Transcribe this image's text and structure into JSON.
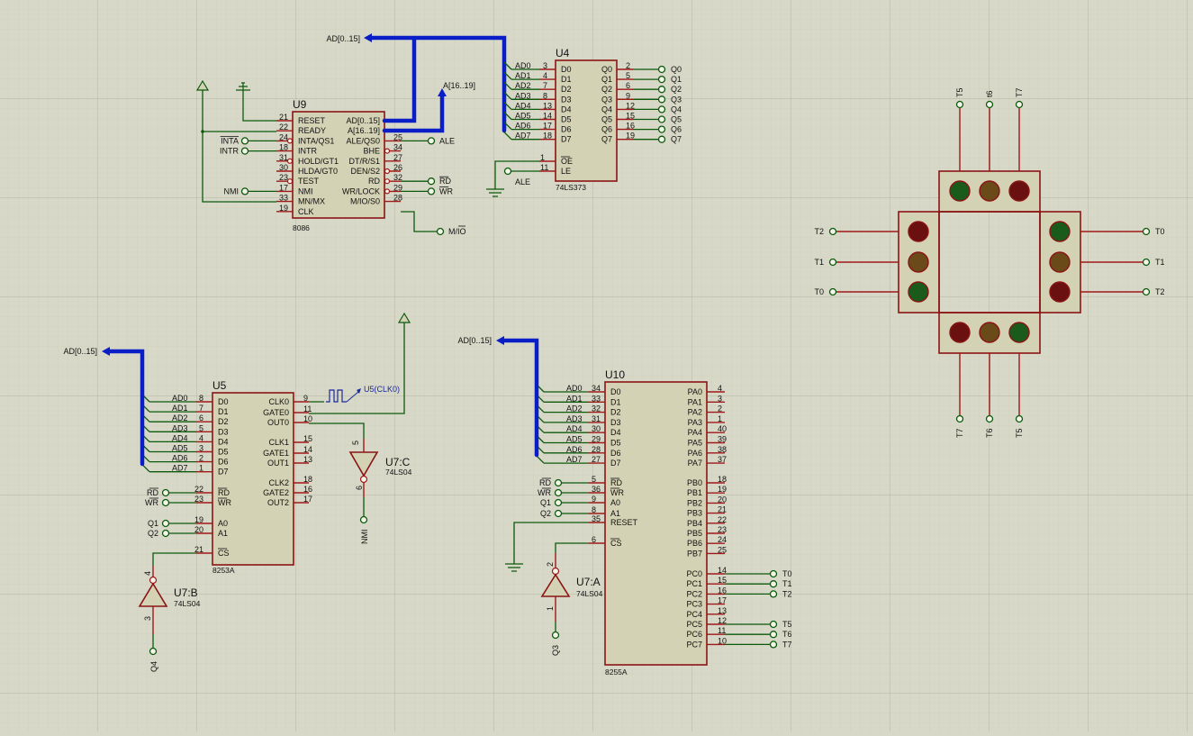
{
  "bus_labels": {
    "u9_ad": "AD[0..15]",
    "u9_a": "A[16..19]",
    "u5_ad": "AD[0..15]",
    "u10_ad": "AD[0..15]"
  },
  "u9": {
    "ref": "U9",
    "type": "8086",
    "left_pins": [
      {
        "num": "21",
        "name": "RESET",
        "net": ""
      },
      {
        "num": "22",
        "name": "READY",
        "net": ""
      },
      {
        "num": "24",
        "name": "INTA/QS1",
        "net": "INTA",
        "bubble": true
      },
      {
        "num": "18",
        "name": "INTR",
        "net": "INTR"
      },
      {
        "num": "31",
        "name": "HOLD/GT1",
        "net": "",
        "bubble": true
      },
      {
        "num": "30",
        "name": "HLDA/GT0",
        "net": ""
      },
      {
        "num": "23",
        "name": "TEST",
        "net": "",
        "bubble": true
      },
      {
        "num": "17",
        "name": "NMI",
        "net": "NMI"
      },
      {
        "num": "33",
        "name": "MN/MX",
        "net": ""
      },
      {
        "num": "19",
        "name": "CLK",
        "net": ""
      }
    ],
    "right_pins": [
      {
        "num": "",
        "name": "AD[0..15]",
        "net": ""
      },
      {
        "num": "",
        "name": "A[16..19]",
        "net": ""
      },
      {
        "num": "25",
        "name": "ALE/QS0",
        "net": "ALE"
      },
      {
        "num": "34",
        "name": "BHE",
        "net": "",
        "bubble": true
      },
      {
        "num": "27",
        "name": "DT/R/S1",
        "net": ""
      },
      {
        "num": "26",
        "name": "DEN/S2",
        "net": "",
        "bubble": true
      },
      {
        "num": "32",
        "name": "RD",
        "net": "RD",
        "bubble": true
      },
      {
        "num": "29",
        "name": "WR/LOCK",
        "net": "WR",
        "bubble": true
      },
      {
        "num": "28",
        "name": "M/IO/S0",
        "net": "M/IO"
      }
    ]
  },
  "u4": {
    "ref": "U4",
    "type": "74LS373",
    "d_pins": [
      {
        "net": "AD0",
        "num": "3",
        "name": "D0"
      },
      {
        "net": "AD1",
        "num": "4",
        "name": "D1"
      },
      {
        "net": "AD2",
        "num": "7",
        "name": "D2"
      },
      {
        "net": "AD3",
        "num": "8",
        "name": "D3"
      },
      {
        "net": "AD4",
        "num": "13",
        "name": "D4"
      },
      {
        "net": "AD5",
        "num": "14",
        "name": "D5"
      },
      {
        "net": "AD6",
        "num": "17",
        "name": "D6"
      },
      {
        "net": "AD7",
        "num": "18",
        "name": "D7"
      }
    ],
    "q_pins": [
      {
        "name": "Q0",
        "num": "2",
        "net": "Q0"
      },
      {
        "name": "Q1",
        "num": "5",
        "net": "Q1"
      },
      {
        "name": "Q2",
        "num": "6",
        "net": "Q2"
      },
      {
        "name": "Q3",
        "num": "9",
        "net": "Q3"
      },
      {
        "name": "Q4",
        "num": "12",
        "net": "Q4"
      },
      {
        "name": "Q5",
        "num": "15",
        "net": "Q5"
      },
      {
        "name": "Q6",
        "num": "16",
        "net": "Q6"
      },
      {
        "name": "Q7",
        "num": "19",
        "net": "Q7"
      }
    ],
    "ctrl_pins": [
      {
        "num": "1",
        "name": "OE",
        "net": ""
      },
      {
        "num": "11",
        "name": "LE",
        "net": "ALE"
      }
    ]
  },
  "u5": {
    "ref": "U5",
    "type": "8253A",
    "d_pins": [
      {
        "net": "AD0",
        "num": "8",
        "name": "D0"
      },
      {
        "net": "AD1",
        "num": "7",
        "name": "D1"
      },
      {
        "net": "AD2",
        "num": "6",
        "name": "D2"
      },
      {
        "net": "AD3",
        "num": "5",
        "name": "D3"
      },
      {
        "net": "AD4",
        "num": "4",
        "name": "D4"
      },
      {
        "net": "AD5",
        "num": "3",
        "name": "D5"
      },
      {
        "net": "AD6",
        "num": "2",
        "name": "D6"
      },
      {
        "net": "AD7",
        "num": "1",
        "name": "D7"
      }
    ],
    "ctrl_pins": [
      {
        "net": "RD",
        "num": "22",
        "name": "RD"
      },
      {
        "net": "WR",
        "num": "23",
        "name": "WR"
      },
      {
        "net": "Q1",
        "num": "19",
        "name": "A0"
      },
      {
        "net": "Q2",
        "num": "20",
        "name": "A1"
      },
      {
        "net": "",
        "num": "21",
        "name": "CS"
      }
    ],
    "right_pins": [
      {
        "name": "CLK0",
        "num": "9"
      },
      {
        "name": "GATE0",
        "num": "11"
      },
      {
        "name": "OUT0",
        "num": "10"
      },
      {
        "name": "CLK1",
        "num": "15"
      },
      {
        "name": "GATE1",
        "num": "14"
      },
      {
        "name": "OUT1",
        "num": "13"
      },
      {
        "name": "CLK2",
        "num": "18"
      },
      {
        "name": "GATE2",
        "num": "16"
      },
      {
        "name": "OUT2",
        "num": "17"
      }
    ],
    "clock_label": "U5(CLK0)"
  },
  "u7b": {
    "ref": "U7:B",
    "type": "74LS04",
    "pin_in": "3",
    "pin_out": "4",
    "net_in": "Q4"
  },
  "u7c": {
    "ref": "U7:C",
    "type": "74LS04",
    "pin_in": "5",
    "pin_out": "6",
    "net_out": "NMI"
  },
  "u7a": {
    "ref": "U7:A",
    "type": "74LS04",
    "pin_in": "1",
    "pin_out": "2",
    "net_in": "Q3"
  },
  "u10": {
    "ref": "U10",
    "type": "8255A",
    "d_pins": [
      {
        "net": "AD0",
        "num": "34",
        "name": "D0"
      },
      {
        "net": "AD1",
        "num": "33",
        "name": "D1"
      },
      {
        "net": "AD2",
        "num": "32",
        "name": "D2"
      },
      {
        "net": "AD3",
        "num": "31",
        "name": "D3"
      },
      {
        "net": "AD4",
        "num": "30",
        "name": "D4"
      },
      {
        "net": "AD5",
        "num": "29",
        "name": "D5"
      },
      {
        "net": "AD6",
        "num": "28",
        "name": "D6"
      },
      {
        "net": "AD7",
        "num": "27",
        "name": "D7"
      }
    ],
    "ctrl_pins": [
      {
        "net": "RD",
        "num": "5",
        "name": "RD"
      },
      {
        "net": "WR",
        "num": "36",
        "name": "WR"
      },
      {
        "net": "Q1",
        "num": "9",
        "name": "A0"
      },
      {
        "net": "Q2",
        "num": "8",
        "name": "A1"
      },
      {
        "net": "",
        "num": "35",
        "name": "RESET"
      },
      {
        "net": "",
        "num": "6",
        "name": "CS"
      }
    ],
    "pa_pins": [
      {
        "name": "PA0",
        "num": "4"
      },
      {
        "name": "PA1",
        "num": "3"
      },
      {
        "name": "PA2",
        "num": "2"
      },
      {
        "name": "PA3",
        "num": "1"
      },
      {
        "name": "PA4",
        "num": "40"
      },
      {
        "name": "PA5",
        "num": "39"
      },
      {
        "name": "PA6",
        "num": "38"
      },
      {
        "name": "PA7",
        "num": "37"
      }
    ],
    "pb_pins": [
      {
        "name": "PB0",
        "num": "18"
      },
      {
        "name": "PB1",
        "num": "19"
      },
      {
        "name": "PB2",
        "num": "20"
      },
      {
        "name": "PB3",
        "num": "21"
      },
      {
        "name": "PB4",
        "num": "22"
      },
      {
        "name": "PB5",
        "num": "23"
      },
      {
        "name": "PB6",
        "num": "24"
      },
      {
        "name": "PB7",
        "num": "25"
      }
    ],
    "pc_pins": [
      {
        "name": "PC0",
        "num": "14",
        "net": "T0"
      },
      {
        "name": "PC1",
        "num": "15",
        "net": "T1"
      },
      {
        "name": "PC2",
        "num": "16",
        "net": "T2"
      },
      {
        "name": "PC3",
        "num": "17",
        "net": ""
      },
      {
        "name": "PC4",
        "num": "13",
        "net": ""
      },
      {
        "name": "PC5",
        "num": "12",
        "net": "T5"
      },
      {
        "name": "PC6",
        "num": "11",
        "net": "T6"
      },
      {
        "name": "PC7",
        "num": "10",
        "net": "T7"
      }
    ]
  },
  "traffic": {
    "top_labels": [
      "T5",
      "t6",
      "T7"
    ],
    "left_labels": [
      "T2",
      "T1",
      "T0"
    ],
    "right_labels": [
      "T0",
      "T1",
      "T2"
    ],
    "bottom_labels": [
      "T7",
      "T6",
      "T5"
    ],
    "top_lamps": [
      "#1a5a1a",
      "#6b4a1a",
      "#6b1010"
    ],
    "left_lamps": [
      "#6b1010",
      "#6b4a1a",
      "#1a5a1a"
    ],
    "right_lamps": [
      "#1a5a1a",
      "#6b4a1a",
      "#6b1010"
    ],
    "bottom_lamps": [
      "#6b1010",
      "#6b4a1a",
      "#1a5a1a"
    ]
  },
  "colors": {
    "background": "#d8d8c8",
    "grid_minor": "#cbcbb8",
    "grid_major": "#b8b8a4",
    "bus": "#0a1ec8",
    "wire": "#0c5a0c",
    "component": "#8a1414"
  }
}
